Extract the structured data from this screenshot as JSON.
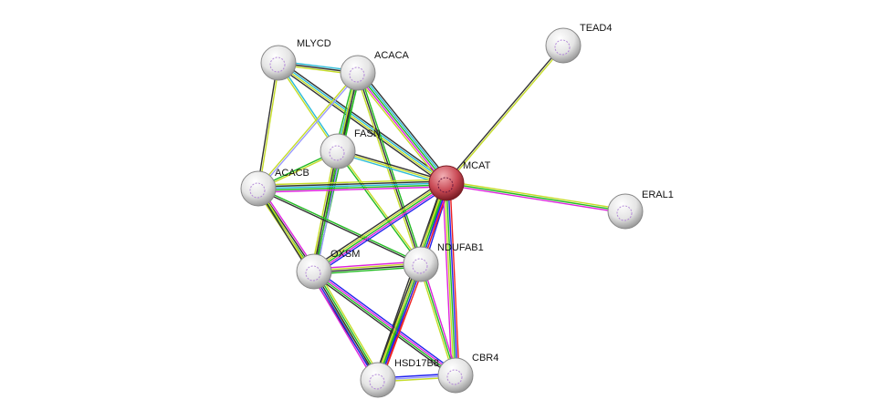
{
  "nodes": [
    {
      "id": "MLYCD",
      "label": "MLYCD",
      "color": "#d8d8d8"
    },
    {
      "id": "ACACA",
      "label": "ACACA",
      "color": "#d8d8d8"
    },
    {
      "id": "TEAD4",
      "label": "TEAD4",
      "color": "#d8d8d8"
    },
    {
      "id": "FASN",
      "label": "FASN",
      "color": "#d8d8d8"
    },
    {
      "id": "MCAT",
      "label": "MCAT",
      "color": "#c0434d"
    },
    {
      "id": "ACACB",
      "label": "ACACB",
      "color": "#d8d8d8"
    },
    {
      "id": "ERAL1",
      "label": "ERAL1",
      "color": "#d8d8d8"
    },
    {
      "id": "OXSM",
      "label": "OXSM",
      "color": "#d8d8d8"
    },
    {
      "id": "NDUFAB1",
      "label": "NDUFAB1",
      "color": "#d8d8d8"
    },
    {
      "id": "HSD17B8",
      "label": "HSD17B8",
      "color": "#d8d8d8"
    },
    {
      "id": "CBR4",
      "label": "CBR4",
      "color": "#d8d8d8"
    }
  ],
  "edges": [
    {
      "a": "MLYCD",
      "b": "ACACA",
      "colors": [
        "#2bbbd8",
        "#333333",
        "#c5dc28"
      ]
    },
    {
      "a": "MLYCD",
      "b": "ACACB",
      "colors": [
        "#c5dc28",
        "#333333"
      ]
    },
    {
      "a": "MLYCD",
      "b": "MCAT",
      "colors": [
        "#333333",
        "#2bbbd8",
        "#c5dc28",
        "#333333"
      ]
    },
    {
      "a": "MLYCD",
      "b": "FASN",
      "colors": [
        "#2bbbd8",
        "#c5dc28"
      ]
    },
    {
      "a": "ACACA",
      "b": "FASN",
      "colors": [
        "#22bb22",
        "#333333",
        "#2bbbd8",
        "#22bb22"
      ]
    },
    {
      "a": "ACACA",
      "b": "MCAT",
      "colors": [
        "#333333",
        "#2bbbd8",
        "#22bb22",
        "#dd22dd",
        "#c5dc28"
      ]
    },
    {
      "a": "ACACA",
      "b": "ACACB",
      "colors": [
        "#9999ff",
        "#c5dc28"
      ]
    },
    {
      "a": "ACACA",
      "b": "NDUFAB1",
      "colors": [
        "#22bb22",
        "#333333",
        "#c5dc28"
      ]
    },
    {
      "a": "ACACA",
      "b": "OXSM",
      "colors": [
        "#22bb22",
        "#333333",
        "#c5dc28"
      ]
    },
    {
      "a": "FASN",
      "b": "ACACB",
      "colors": [
        "#c5dc28",
        "#22bb22"
      ]
    },
    {
      "a": "FASN",
      "b": "MCAT",
      "colors": [
        "#333333",
        "#c5dc28",
        "#2bbbd8"
      ]
    },
    {
      "a": "FASN",
      "b": "OXSM",
      "colors": [
        "#9999ff",
        "#22bb22",
        "#333333",
        "#c5dc28"
      ]
    },
    {
      "a": "FASN",
      "b": "NDUFAB1",
      "colors": [
        "#c5dc28",
        "#22bb22"
      ]
    },
    {
      "a": "ACACB",
      "b": "MCAT",
      "colors": [
        "#c5dc28",
        "#333333",
        "#2bbbd8",
        "#22bb22",
        "#dd22dd"
      ]
    },
    {
      "a": "ACACB",
      "b": "OXSM",
      "colors": [
        "#dd22dd",
        "#333333",
        "#22bb22",
        "#c5dc28"
      ]
    },
    {
      "a": "ACACB",
      "b": "NDUFAB1",
      "colors": [
        "#22bb22",
        "#333333"
      ]
    },
    {
      "a": "ACACB",
      "b": "HSD17B8",
      "colors": [
        "#c5dc28",
        "#333333"
      ]
    },
    {
      "a": "MCAT",
      "b": "TEAD4",
      "colors": [
        "#333333",
        "#c5dc28"
      ]
    },
    {
      "a": "MCAT",
      "b": "ERAL1",
      "colors": [
        "#c5dc28",
        "#22bb22",
        "#dd22dd"
      ]
    },
    {
      "a": "MCAT",
      "b": "OXSM",
      "colors": [
        "#2222ee",
        "#dd22dd",
        "#22bb22",
        "#c5dc28",
        "#333333"
      ]
    },
    {
      "a": "MCAT",
      "b": "NDUFAB1",
      "colors": [
        "#2222ee",
        "#dd22dd",
        "#22bb22",
        "#c5dc28",
        "#333333"
      ]
    },
    {
      "a": "MCAT",
      "b": "HSD17B8",
      "colors": [
        "#ee2222",
        "#2222ee",
        "#22bb22",
        "#c5dc28",
        "#333333"
      ]
    },
    {
      "a": "MCAT",
      "b": "CBR4",
      "colors": [
        "#ee2222",
        "#2222ee",
        "#22bb22",
        "#c5dc28",
        "#dd22dd"
      ]
    },
    {
      "a": "OXSM",
      "b": "NDUFAB1",
      "colors": [
        "#dd22dd",
        "#c5dc28",
        "#333333",
        "#22bb22"
      ]
    },
    {
      "a": "OXSM",
      "b": "HSD17B8",
      "colors": [
        "#c5dc28",
        "#22bb22",
        "#333333",
        "#2222ee",
        "#dd22dd"
      ]
    },
    {
      "a": "OXSM",
      "b": "CBR4",
      "colors": [
        "#2222ee",
        "#dd22dd",
        "#22bb22",
        "#333333"
      ]
    },
    {
      "a": "NDUFAB1",
      "b": "HSD17B8",
      "colors": [
        "#ee2222",
        "#2222ee",
        "#22bb22",
        "#c5dc28",
        "#333333"
      ]
    },
    {
      "a": "NDUFAB1",
      "b": "CBR4",
      "colors": [
        "#dd22dd",
        "#22bb22",
        "#c5dc28"
      ]
    },
    {
      "a": "HSD17B8",
      "b": "CBR4",
      "colors": [
        "#2222ee",
        "#9999ff",
        "#c5dc28"
      ]
    }
  ]
}
